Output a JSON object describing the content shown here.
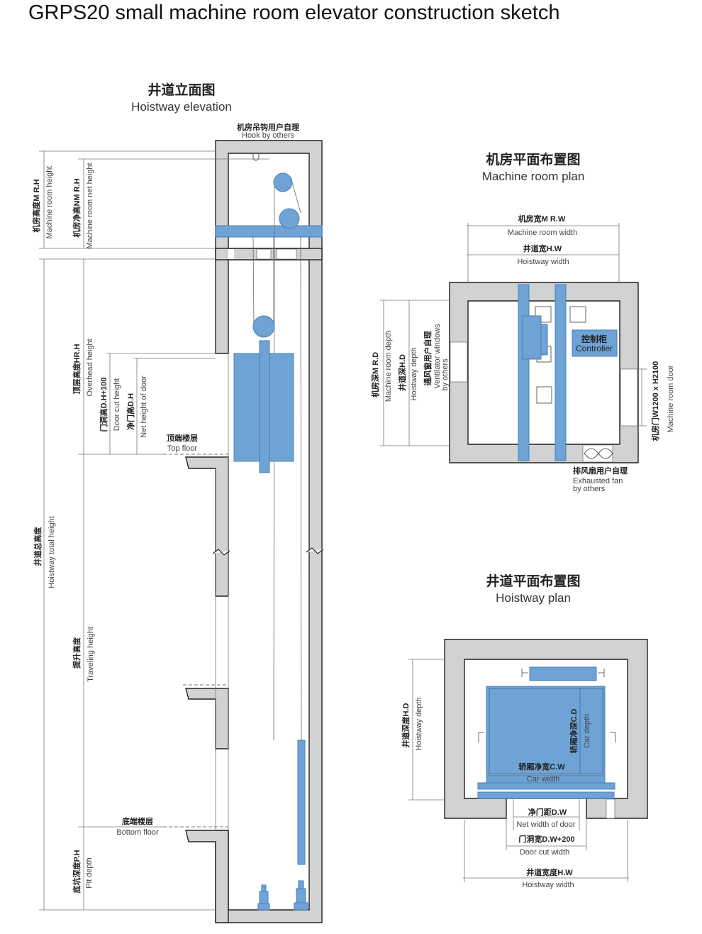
{
  "title": "GRPS20 small machine room elevator construction sketch",
  "colors": {
    "wall": "#d1d2d4",
    "equipment": "#6fa3d5",
    "line": "#777777"
  },
  "elevation": {
    "title_cn": "井道立面图",
    "title_en": "Hoistway elevation",
    "hook_cn": "机房吊钩用户自理",
    "hook_en": "Hook by others",
    "mrh_cn": "机房高度M R.H",
    "mrh_en": "Machine room height",
    "nmrh_cn": "机房净高NM R.H",
    "nmrh_en": "Machine room net height",
    "overhead_cn": "顶层高度HR.H",
    "overhead_en": "Overhead height",
    "doorcut_cn": "门洞高D.H+100",
    "doorcut_en": "Door cut height",
    "doorh_cn": "净门高D.H",
    "doorh_en": "Net height of door",
    "top_floor_cn": "顶端楼层",
    "top_floor_en": "Top floor",
    "total_cn": "井道总高度",
    "total_en": "Hoistway total height",
    "travel_cn": "提升高度",
    "travel_en": "Traveling height",
    "bottom_floor_cn": "底端楼层",
    "bottom_floor_en": "Bottom floor",
    "pit_cn": "底坑深度P.H",
    "pit_en": "Pit depth"
  },
  "machine_room": {
    "title_cn": "机房平面布置图",
    "title_en": "Machine room plan",
    "mrw_cn": "机房宽M R.W",
    "mrw_en": "Machine room width",
    "hw_cn": "井道宽H.W",
    "hw_en": "Hoistway width",
    "mrd_cn": "机房深M R.D",
    "mrd_en": "Machine room depth",
    "hd_cn": "井道深H.D",
    "hd_en": "Hoistway depth",
    "vent_cn": "通风窗用户自理",
    "vent_en1": "Ventilator windows",
    "vent_en2": "by others",
    "controller_cn": "控制柜",
    "controller_en": "Controller",
    "door_cn": "机房门W1200 x H2100",
    "door_en": "Machine room door",
    "fan_cn": "排风扇用户自理",
    "fan_en1": "Exhausted fan",
    "fan_en2": "by others"
  },
  "hoistway_plan": {
    "title_cn": "井道平面布置图",
    "title_en": "Hoistway plan",
    "hd_cn": "井道深度H.D",
    "hd_en": "Hoistway depth",
    "cd_cn": "轿厢净深C.D",
    "cd_en": "Car depth",
    "cw_cn": "轿厢净宽C.W",
    "cw_en": "Car width",
    "dw_cn": "净门距D.W",
    "dw_en": "Net width of door",
    "dcw_cn": "门洞宽D.W+200",
    "dcw_en": "Door cut width",
    "hw_cn": "井道宽度H.W",
    "hw_en": "Hoistway width"
  }
}
